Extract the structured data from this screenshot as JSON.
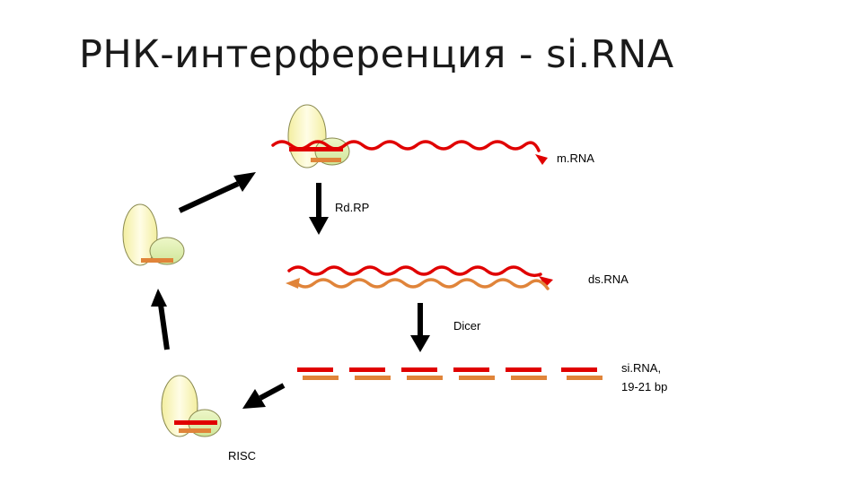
{
  "slide": {
    "title": "РНК-интерференция - si.RNA"
  },
  "labels": {
    "mrna": "m.RNA",
    "rdrp": "Rd.RP",
    "dsrna": "ds.RNA",
    "dicer": "Dicer",
    "sirna_line1": "si.RNA,",
    "sirna_line2": "19-21 bp",
    "risc": "RISC"
  },
  "colors": {
    "sense_strand": "#e00000",
    "antisense_strand": "#e0843a",
    "ribosome_large": "#f6f2a6",
    "ribosome_small": "#def0a8",
    "outline": "#8a8a50",
    "arrow": "#000000"
  }
}
